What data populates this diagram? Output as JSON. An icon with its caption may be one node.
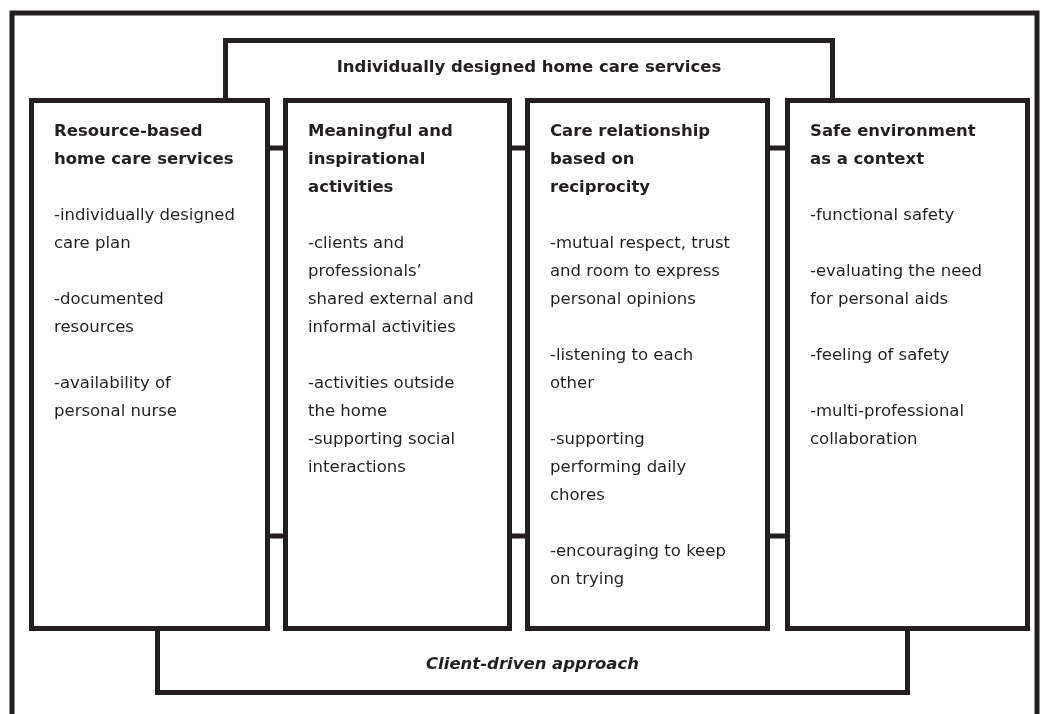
{
  "diagram": {
    "nodes": [
      {
        "text": [
          "Individually designed home care services"
        ]
      },
      {
        "text": [
          "Resource-based home care services",
          "-individually designed care plan",
          "-documented resources",
          "-availability of personal nurse"
        ]
      },
      {
        "text": [
          "Meaningful and inspirational activities",
          "-clients and professionals’ shared external and informal activities",
          "-activities outside the home",
          "-supporting social interactions"
        ]
      },
      {
        "text": [
          "Care relationship based on reciprocity",
          "-mutual respect, trust and room to express personal opinions",
          "-listening to each other",
          "-supporting performing daily chores",
          "-encouraging to keep on trying"
        ]
      },
      {
        "text": [
          "Safe environment as a context",
          "-functional safety",
          "-evaluating the need for personal aids",
          "-feeling of safety",
          "-multi-professional collaboration"
        ]
      },
      {
        "text": [
          "Client-driven approach"
        ]
      }
    ],
    "edges": [
      {
        "from": 1,
        "to": 2,
        "arrow": "none"
      },
      {
        "from": 2,
        "to": 3,
        "arrow": "none"
      },
      {
        "from": 3,
        "to": 4,
        "arrow": "none"
      },
      {
        "from": 1,
        "to": 2,
        "arrow": "none"
      },
      {
        "from": 2,
        "to": 3,
        "arrow": "none"
      },
      {
        "from": 3,
        "to": 4,
        "arrow": "none"
      }
    ]
  }
}
